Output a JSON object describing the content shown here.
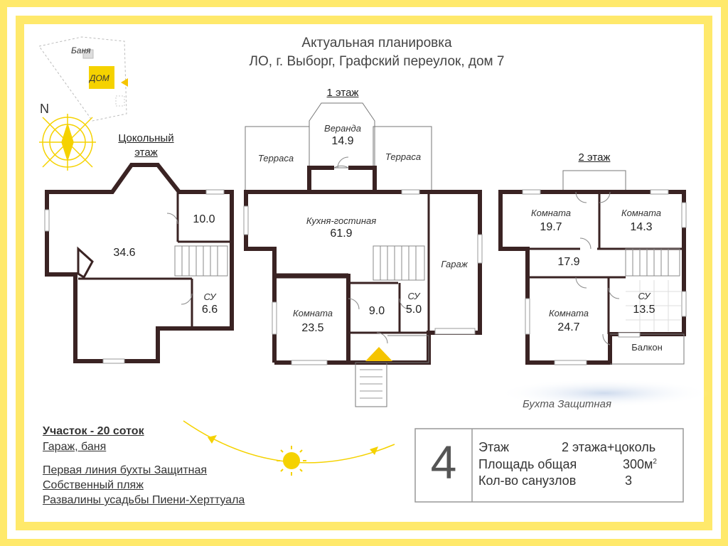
{
  "header": {
    "title": "Актуальная планировка",
    "address": "ЛО,  г. Выборг, Графский переулок, дом 7"
  },
  "site_plan": {
    "bath_label": "Баня",
    "house_label": "ДОМ",
    "north_label": "N"
  },
  "floors": {
    "basement": {
      "title_line1": "Цокольный",
      "title_line2": "этаж",
      "rooms": [
        {
          "area": "34.6"
        },
        {
          "area": "10.0"
        },
        {
          "name": "СУ",
          "area": "6.6"
        }
      ]
    },
    "first": {
      "title": "1 этаж",
      "rooms": [
        {
          "name": "Веранда",
          "area": "14.9"
        },
        {
          "name": "Терраса"
        },
        {
          "name": "Терраса"
        },
        {
          "name": "Кухня-гостиная",
          "area": "61.9"
        },
        {
          "name": "Гараж"
        },
        {
          "name": "Комната",
          "area": "23.5"
        },
        {
          "area": "9.0"
        },
        {
          "name": "СУ",
          "area": "5.0"
        }
      ]
    },
    "second": {
      "title": "2 этаж",
      "rooms": [
        {
          "name": "Комната",
          "area": "19.7"
        },
        {
          "name": "Комната",
          "area": "14.3"
        },
        {
          "area": "17.9"
        },
        {
          "name": "Комната",
          "area": "24.7"
        },
        {
          "name": "СУ",
          "area": "13.5"
        },
        {
          "name": "Балкон"
        }
      ]
    }
  },
  "bay_label": "Бухта Защитная",
  "info": {
    "plot": "Участок - 20 соток",
    "extras": "Гараж, баня",
    "features": [
      "Первая линия бухты Защитная",
      "Собственный пляж",
      "Развалины усадьбы Пиени-Херттуала"
    ]
  },
  "stats": {
    "big_number": "4",
    "rows": [
      {
        "label": "Этаж",
        "value": "2 этажа+цоколь"
      },
      {
        "label": "Площадь общая",
        "value": "300м",
        "sup": "2"
      },
      {
        "label": "Кол-во санузлов",
        "value": "3"
      }
    ]
  },
  "colors": {
    "frame": "#ffe96b",
    "wall": "#3a2323",
    "sun": "#f5d200",
    "accent_triangle": "#f5c400"
  }
}
